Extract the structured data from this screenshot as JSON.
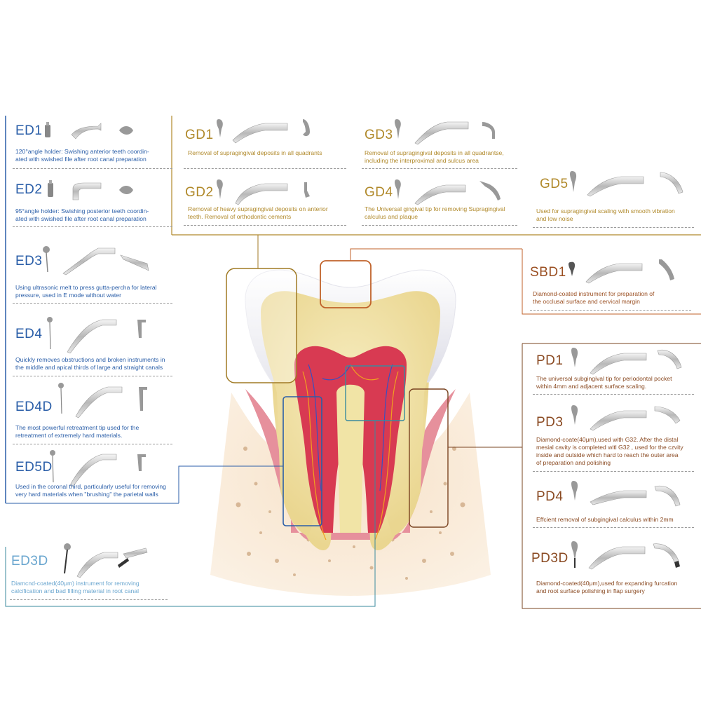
{
  "colors": {
    "endo": "#2a5ea8",
    "endo_light": "#6aa6cf",
    "gum": "#b0892a",
    "perio": "#8a4a22",
    "restorative": "#c0622a",
    "teal": "#3a8a9e",
    "enamel": "#f1f1f6",
    "dentin": "#f1e4a6",
    "pulp": "#d83a52",
    "bone": "#f4dcc4"
  },
  "endo_tips": [
    {
      "code": "ED1",
      "icon": "angle-holder-120",
      "desc": [
        "120°angle holder: Swishing anterior teeth coordin-",
        "ated with swished file after root canal preparation"
      ]
    },
    {
      "code": "ED2",
      "icon": "angle-holder-95",
      "desc": [
        "95°angle holder: Swishing posterior teeth coordin-",
        "ated with swished file after root canal preparation"
      ]
    },
    {
      "code": "ED3",
      "icon": "endo-tip",
      "desc": [
        "Using ultrasonic melt to press gutta-percha for lateral",
        "pressure, used in E mode without water"
      ]
    },
    {
      "code": "ED4",
      "icon": "endo-tip",
      "desc": [
        "Quickly removes obstructions and broken instruments in",
        "the middle and apical thirds of large and straight canals"
      ]
    },
    {
      "code": "ED4D",
      "icon": "endo-tip",
      "desc": [
        "The most powerful retreatment tip used for the",
        "retreatment of extremely hard materials."
      ]
    },
    {
      "code": "ED5D",
      "icon": "endo-tip",
      "desc": [
        "Used in the coronal third, particularly useful for removing",
        "very hard materials when \"brushing\" the parietal walls"
      ]
    }
  ],
  "ed3d": {
    "code": "ED3D",
    "icon": "diamond-tip",
    "desc": [
      "Diamcnd-coated(40μm) instrument for removing",
      "calcification and bad filling material in root canal"
    ]
  },
  "gum_tips": [
    {
      "code": "GD1",
      "desc": [
        "Removal of supragingival deposits in all quadrants"
      ]
    },
    {
      "code": "GD2",
      "desc": [
        "Removal of heavy supragingival deposits on anterior",
        "teeth. Removal of orthodontic cements"
      ]
    },
    {
      "code": "GD3",
      "desc": [
        "Removal of supragingival deposits in all quadrantse,",
        "including the interproximal and sulcus area"
      ]
    },
    {
      "code": "GD4",
      "desc": [
        "The Universal gingival tip for removing Supragingival",
        "calculus and plaque"
      ]
    },
    {
      "code": "GD5",
      "desc": [
        "Used for supragingival scaling with smooth vibration",
        "and low noise"
      ]
    }
  ],
  "sbd1": {
    "code": "SBD1",
    "desc": [
      "Diamond-coated instrument for preparation of",
      "the occlusal surface and cervical margin"
    ]
  },
  "perio_tips": [
    {
      "code": "PD1",
      "desc": [
        "The universal subgingival tip for periodontal pocket",
        "within 4mm and adjacent surface scaling."
      ]
    },
    {
      "code": "PD3",
      "desc": [
        "Diamond-coate(40μm),used with G32. After the distal",
        "mesial cavity is completed witl G32 , used for the czvity",
        "inside and outside which hard to reach the outer area",
        "of preparation and polishing"
      ]
    },
    {
      "code": "PD4",
      "desc": [
        "Effcient removal of subgingival calculus within 2mm"
      ]
    },
    {
      "code": "PD3D",
      "desc": [
        "Diamond-coated(40μm),used for expanding furcation",
        "and root surface polishing in flap surgery"
      ]
    }
  ]
}
